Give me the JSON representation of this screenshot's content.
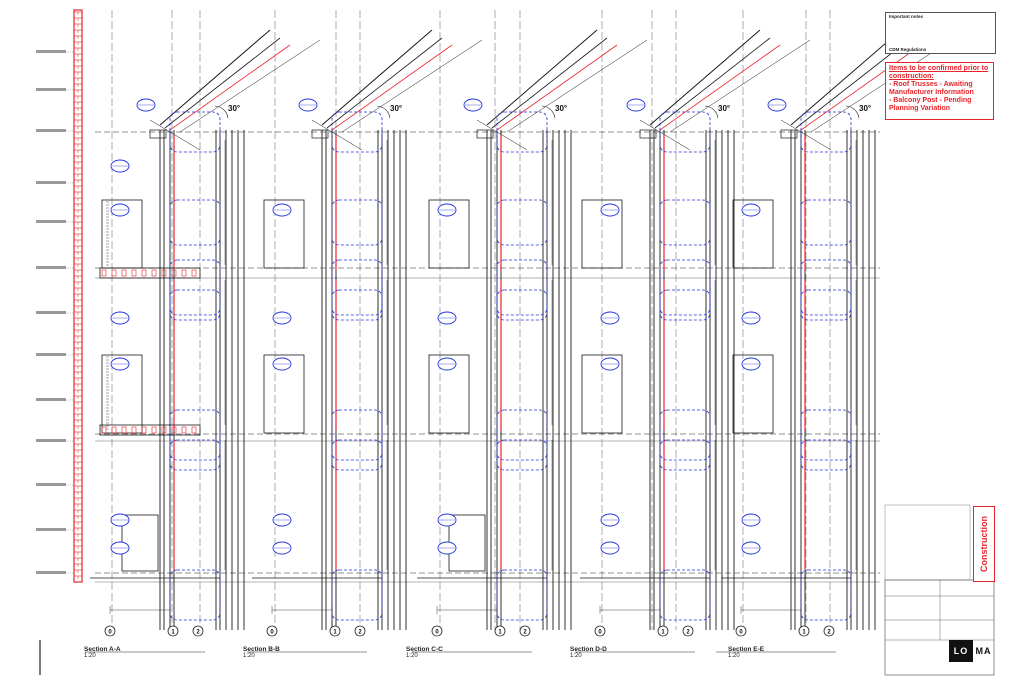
{
  "sections": [
    {
      "title": "Section A-A",
      "scale": "1:20"
    },
    {
      "title": "Section B-B",
      "scale": "1:20"
    },
    {
      "title": "Section C-C",
      "scale": "1:20"
    },
    {
      "title": "Section D-D",
      "scale": "1:20"
    },
    {
      "title": "Section E-E",
      "scale": "1:20"
    }
  ],
  "angle_label": "30°",
  "grid_labels": [
    "0",
    "1",
    "2"
  ],
  "notes": {
    "important_heading": "Important notes",
    "cdm_heading": "CDM Regulations"
  },
  "confirm_box": {
    "title": "Items to be confirmed prior to construction:",
    "items": [
      "- Roof Trusses - Awaiting Manufacturer Information",
      "- Balcony Post - Pending Planning Variation"
    ]
  },
  "stamp": "Construction",
  "logo": {
    "left": "LO",
    "right": "MA"
  },
  "colors": {
    "line": "#1a1a1a",
    "blue": "#2233dd",
    "red": "#e8242b",
    "brick": "#e8242b"
  }
}
